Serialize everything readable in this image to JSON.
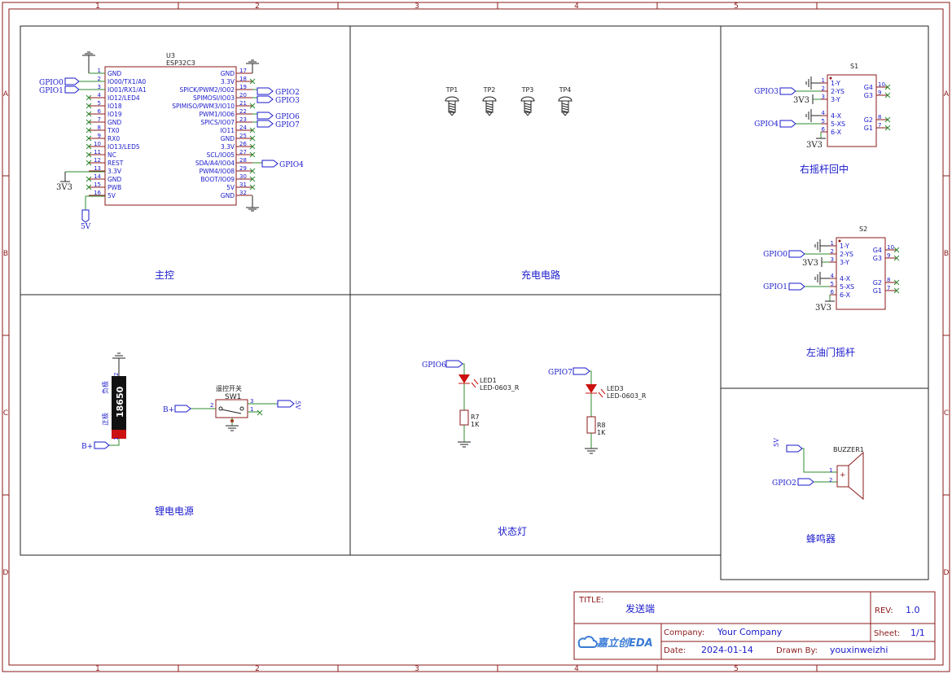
{
  "frame": {
    "cols": [
      "1",
      "2",
      "3",
      "4",
      "5"
    ],
    "rows": [
      "A",
      "B",
      "C",
      "D"
    ]
  },
  "sections": {
    "main_control": "主控",
    "charging": "充电电路",
    "battery": "锂电电源",
    "status_led": "状态灯",
    "right_stick": "右摇杆回中",
    "left_stick": "左油门摇杆",
    "buzzer": "蜂鸣器"
  },
  "u3": {
    "ref": "U3",
    "part": "ESP32C3",
    "left_pins": [
      {
        "num": "1",
        "name": "GND"
      },
      {
        "num": "2",
        "name": "IO00/TX1/A0"
      },
      {
        "num": "3",
        "name": "IO01/RX1/A1"
      },
      {
        "num": "4",
        "name": "IO12/LED4"
      },
      {
        "num": "5",
        "name": "IO18"
      },
      {
        "num": "6",
        "name": "IO19"
      },
      {
        "num": "7",
        "name": "GND"
      },
      {
        "num": "8",
        "name": "TX0"
      },
      {
        "num": "9",
        "name": "RX0"
      },
      {
        "num": "10",
        "name": "IO13/LED5"
      },
      {
        "num": "11",
        "name": "NC"
      },
      {
        "num": "12",
        "name": "REST"
      },
      {
        "num": "13",
        "name": "3.3V"
      },
      {
        "num": "14",
        "name": "GND"
      },
      {
        "num": "15",
        "name": "PWB"
      },
      {
        "num": "16",
        "name": "5V"
      }
    ],
    "right_pins": [
      {
        "num": "17",
        "name": "GND"
      },
      {
        "num": "18",
        "name": "3.3V"
      },
      {
        "num": "19",
        "name": "SPICK/PWM2/IO02"
      },
      {
        "num": "20",
        "name": "SPIMOSI/IO03"
      },
      {
        "num": "21",
        "name": "SPIMISO/PWM3/IO10"
      },
      {
        "num": "22",
        "name": "PWM1/IO06"
      },
      {
        "num": "23",
        "name": "SPICS/IO07"
      },
      {
        "num": "24",
        "name": "IO11"
      },
      {
        "num": "25",
        "name": "GND"
      },
      {
        "num": "26",
        "name": "3.3V"
      },
      {
        "num": "27",
        "name": "SCL/IO05"
      },
      {
        "num": "28",
        "name": "SDA/A4/IO04"
      },
      {
        "num": "29",
        "name": "PWM4/IO08"
      },
      {
        "num": "30",
        "name": "BOOT/IO09"
      },
      {
        "num": "31",
        "name": "5V"
      },
      {
        "num": "32",
        "name": "GND"
      }
    ],
    "net_gpio0": "GPIO0",
    "net_gpio1": "GPIO1",
    "net_gpio2": "GPIO2",
    "net_gpio3": "GPIO3",
    "net_gpio6": "GPIO6",
    "net_gpio7": "GPIO7",
    "net_gpio4": "GPIO4",
    "net_3v3": "3V3",
    "net_5v": "5V"
  },
  "testpoints": [
    "TP1",
    "TP2",
    "TP3",
    "TP4"
  ],
  "s1": {
    "ref": "S1",
    "left_pins": [
      {
        "num": "1",
        "name": "1-Y"
      },
      {
        "num": "2",
        "name": "2-YS"
      },
      {
        "num": "3",
        "name": "3-Y"
      },
      {
        "num": "4",
        "name": "4-X"
      },
      {
        "num": "5",
        "name": "5-XS"
      },
      {
        "num": "6",
        "name": "6-X"
      }
    ],
    "right_pins": [
      {
        "num": "10",
        "name": "G4"
      },
      {
        "num": "9",
        "name": "G3"
      },
      {
        "num": "8",
        "name": "G2"
      },
      {
        "num": "7",
        "name": "G1"
      }
    ],
    "net_a": "GPIO3",
    "net_b": "GPIO4",
    "net_3v3": "3V3"
  },
  "s2": {
    "ref": "S2",
    "left_pins": [
      {
        "num": "1",
        "name": "1-Y"
      },
      {
        "num": "2",
        "name": "2-YS"
      },
      {
        "num": "3",
        "name": "3-Y"
      },
      {
        "num": "4",
        "name": "4-X"
      },
      {
        "num": "5",
        "name": "5-XS"
      },
      {
        "num": "6",
        "name": "6-X"
      }
    ],
    "right_pins": [
      {
        "num": "10",
        "name": "G4"
      },
      {
        "num": "9",
        "name": "G3"
      },
      {
        "num": "8",
        "name": "G2"
      },
      {
        "num": "7",
        "name": "G1"
      }
    ],
    "net_a": "GPIO0",
    "net_b": "GPIO1",
    "net_3v3": "3V3"
  },
  "battery": {
    "label": "18650",
    "neg": "负极",
    "pos": "正极",
    "pin_top": "2",
    "pin_bottom": "1",
    "net": "B+"
  },
  "sw1": {
    "ref": "SW1",
    "name": "遥控开关",
    "net_in": "B+",
    "net_out": "5V",
    "pin2": "2",
    "pin3": "3",
    "pin1": "1"
  },
  "led1": {
    "net": "GPIO6",
    "ref": "LED1",
    "part": "LED-0603_R",
    "res_ref": "R7",
    "res_val": "1K"
  },
  "led3": {
    "net": "GPIO7",
    "ref": "LED3",
    "part": "LED-0603_R",
    "res_ref": "R8",
    "res_val": "1K"
  },
  "buzzer": {
    "ref": "BUZZER1",
    "net_vcc": "5V",
    "net_sig": "GPIO2",
    "pin1": "1",
    "pin2": "2",
    "plus": "+"
  },
  "title_block": {
    "title_label": "TITLE:",
    "title": "发送端",
    "rev_label": "REV:",
    "rev": "1.0",
    "company_label": "Company:",
    "company": "Your Company",
    "sheet_label": "Sheet:",
    "sheet": "1/1",
    "date_label": "Date:",
    "date": "2024-01-14",
    "drawn_label": "Drawn By:",
    "drawn": "youxinweizhi",
    "logo": "嘉立创EDA"
  },
  "colors": {
    "frame": "#8b1a1a",
    "wire": "#2e8b2e",
    "symbol": "#8b1a1a",
    "text": "#1a1acc",
    "noconnect": "#2e8b2e",
    "black": "#222222"
  }
}
